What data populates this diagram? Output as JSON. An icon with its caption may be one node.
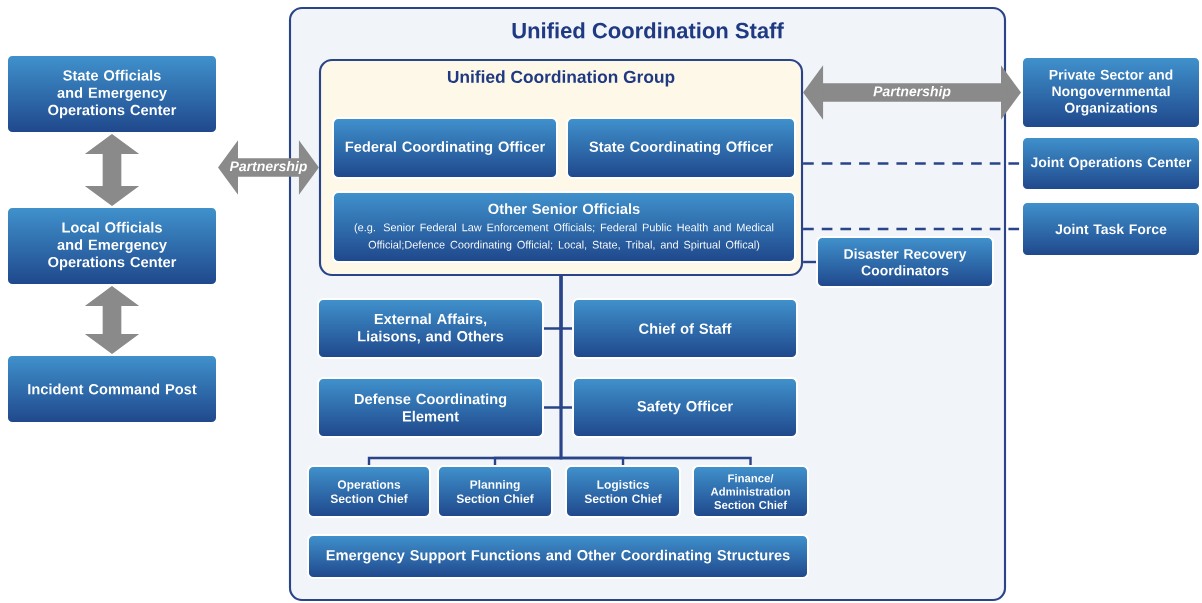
{
  "diagram": {
    "nodes": [
      {
        "text": [
          "Unified Coordination Staff"
        ]
      },
      {
        "text": [
          "Unified Coordination Group"
        ],
        "in": 0
      },
      {
        "text": [
          "Federal Coordinating Officer"
        ],
        "in": 1
      },
      {
        "text": [
          "State Coordinating Officer"
        ],
        "in": 1
      },
      {
        "text": [
          "Other Senior Officials",
          "(e.g. Senior Federal Law Enforcement Officials; Federal Public Health and Medical Official;Defence Coordinating Official; Local, State, Tribal, and Spirtual Offical)"
        ],
        "in": 1
      },
      {
        "text": [
          "Disaster Recovery Coordinators"
        ],
        "in": 0
      },
      {
        "text": [
          "External Affairs, Liaisons, and Others"
        ],
        "in": 0
      },
      {
        "text": [
          "Chief of Staff"
        ],
        "in": 0
      },
      {
        "text": [
          "Defense Coordinating Element"
        ],
        "in": 0
      },
      {
        "text": [
          "Safety Officer"
        ],
        "in": 0
      },
      {
        "text": [
          "Operations Section Chief"
        ],
        "in": 0
      },
      {
        "text": [
          "Planning Section Chief"
        ],
        "in": 0
      },
      {
        "text": [
          "Logistics Section Chief"
        ],
        "in": 0
      },
      {
        "text": [
          "Finance/ Administration Section Chief"
        ],
        "in": 0
      },
      {
        "text": [
          "Emergency Support Functions and Other Coordinating Structures"
        ],
        "in": 0
      },
      {
        "text": [
          "State Officials and Emergency Operations Center"
        ]
      },
      {
        "text": [
          "Local Officials and Emergency Operations Center"
        ]
      },
      {
        "text": [
          "Incident Command Post"
        ]
      },
      {
        "text": [
          "Private Sector and Nongovernmental Organizations"
        ]
      },
      {
        "text": [
          "Joint Operations Center"
        ]
      },
      {
        "text": [
          "Joint Task Force"
        ]
      }
    ],
    "edges": [
      {
        "from": 15,
        "to": 1,
        "arrow": "both",
        "label": "Partnership",
        "style": "thick",
        "color": "#8a8a8a"
      },
      {
        "from": 1,
        "to": 18,
        "arrow": "both",
        "label": "Partnership",
        "style": "thick",
        "color": "#8a8a8a"
      },
      {
        "from": 15,
        "to": 16,
        "arrow": "both",
        "style": "thick",
        "color": "#8a8a8a"
      },
      {
        "from": 16,
        "to": 17,
        "arrow": "both",
        "style": "thick",
        "color": "#8a8a8a"
      },
      {
        "from": 1,
        "to": 19,
        "arrow": "none",
        "style": "dashed"
      },
      {
        "from": 1,
        "to": 20,
        "arrow": "none",
        "style": "dashed"
      },
      {
        "from": 1,
        "to": 5,
        "arrow": "none"
      },
      {
        "from": 1,
        "to": 6,
        "arrow": "none"
      },
      {
        "from": 1,
        "to": 7,
        "arrow": "none"
      },
      {
        "from": 1,
        "to": 8,
        "arrow": "none"
      },
      {
        "from": 1,
        "to": 9,
        "arrow": "none"
      },
      {
        "from": 1,
        "to": 10,
        "arrow": "none"
      },
      {
        "from": 1,
        "to": 11,
        "arrow": "none"
      },
      {
        "from": 1,
        "to": 12,
        "arrow": "none"
      },
      {
        "from": 1,
        "to": 13,
        "arrow": "none"
      }
    ]
  }
}
